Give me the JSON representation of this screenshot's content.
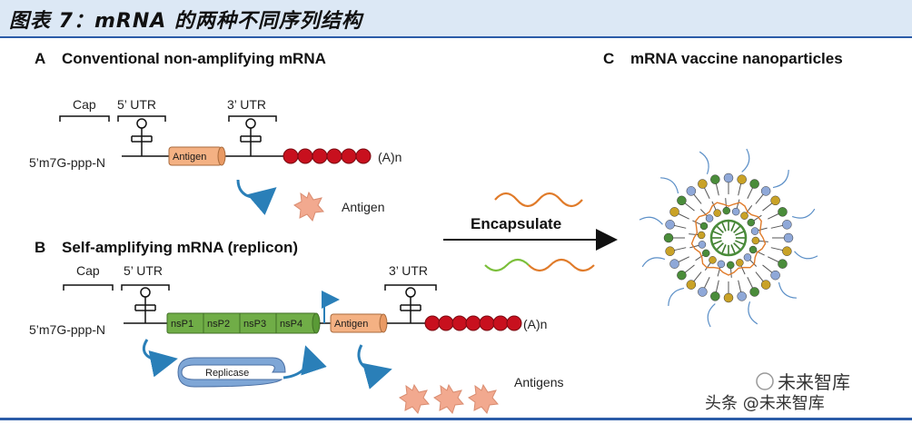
{
  "figure_title": "图表 7：mRNA 的两种不同序列结构",
  "panel_a": {
    "letter": "A",
    "title": "Conventional non-amplifying mRNA",
    "cap": "Cap",
    "utr5": "5’ UTR",
    "utr3": "3’ UTR",
    "start": "5’m7G-ppp-N",
    "gene": "Antigen",
    "polya": "(A)n",
    "product": "Antigen"
  },
  "panel_b": {
    "letter": "B",
    "title": "Self-amplifying mRNA (replicon)",
    "cap": "Cap",
    "utr5": "5’ UTR",
    "utr3": "3’ UTR",
    "start": "5’m7G-ppp-N",
    "nsp": [
      "nsP1",
      "nsP2",
      "nsP3",
      "nsP4"
    ],
    "gene": "Antigen",
    "polya": "(A)n",
    "enzyme": "Replicase",
    "product": "Antigens"
  },
  "panel_c": {
    "letter": "C",
    "title": "mRNA vaccine nanoparticles"
  },
  "arrow_label": "Encapsulate",
  "watermark": {
    "brand": "未来智库",
    "credit": "头条 @未来智库"
  },
  "colors": {
    "title_bg": "#dce8f5",
    "rule": "#2b5ca8",
    "polya_bead": "#c8101e",
    "gene_box": "#f4b183",
    "nsp_box": "#70ad47",
    "replicase": "#7ea6d6",
    "antigen_star": "#f2a98f",
    "rna_orange": "#e07b2a",
    "rna_green": "#7bbf3a",
    "lipid_blue": "#8fa8d8",
    "lipid_gold": "#c9a227",
    "lipid_green": "#4a8c3a"
  }
}
